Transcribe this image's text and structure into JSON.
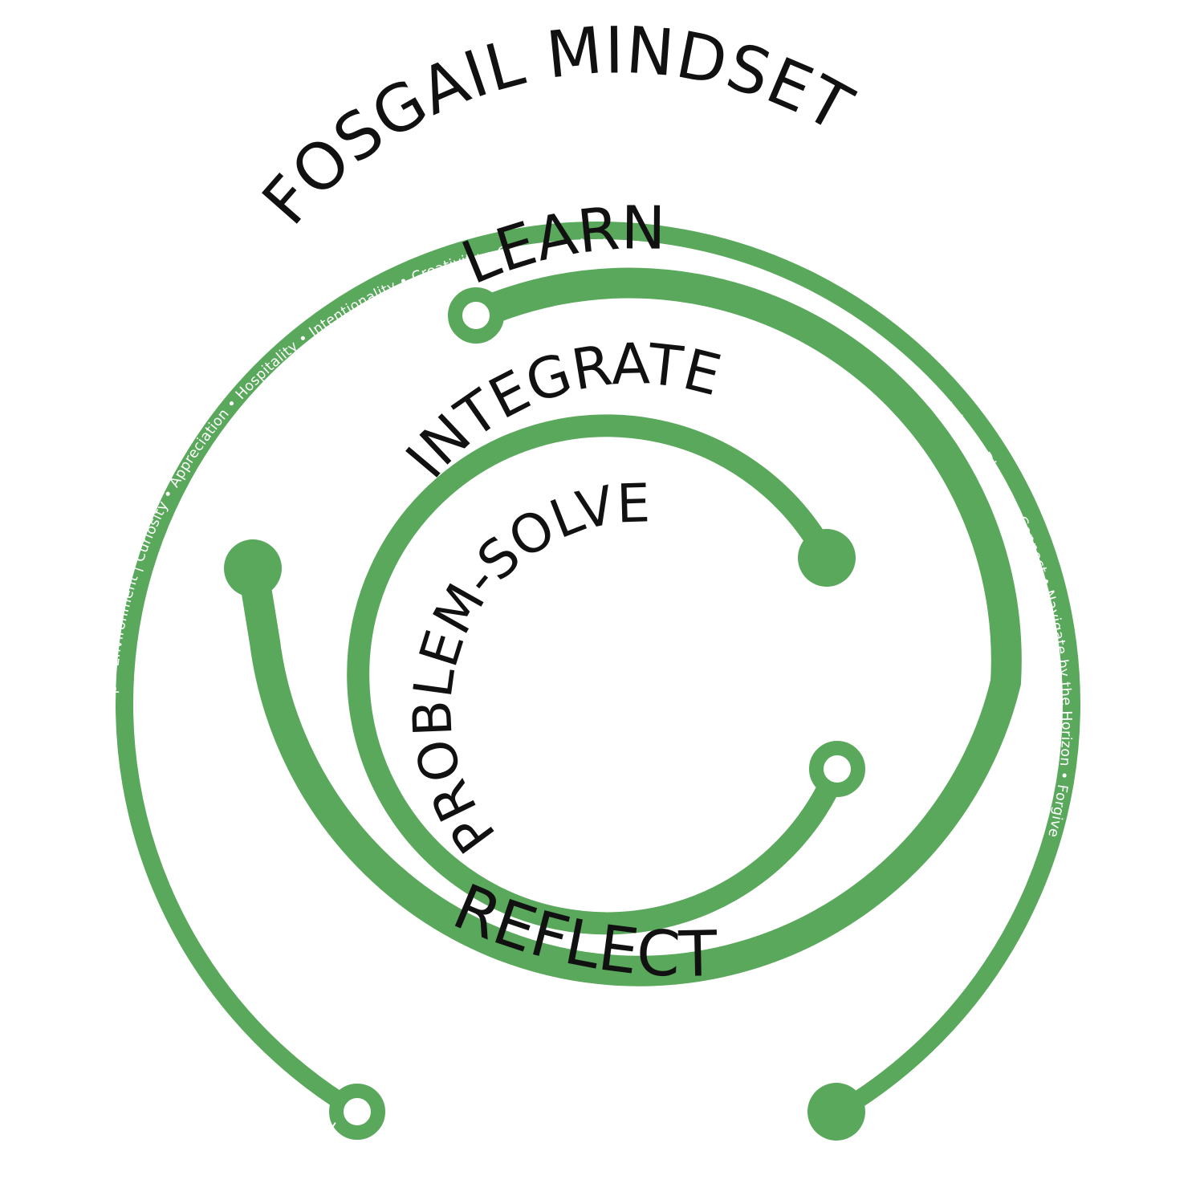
{
  "title": "FOSGAIL MINDSET",
  "stages": {
    "learn": "LEARN",
    "integrate": "INTEGRATE",
    "problem_solve": "PROBLEM-SOLVE",
    "reflect": "REFLECT"
  },
  "band_text": "Personality • Intersectionality • Bias • Trauma • Conflict • Relationship • Environment | Curiosity • Appreciation • Hospitality • Intentionality • Creativity • Courage • Authenticity | Ground • Listen to Understand • Curate Wisdom • Discern • Connect • Navigate by the Horizon • Forgive",
  "colors": {
    "green": "#5aa85c",
    "text": "#111111",
    "background": "#ffffff"
  }
}
